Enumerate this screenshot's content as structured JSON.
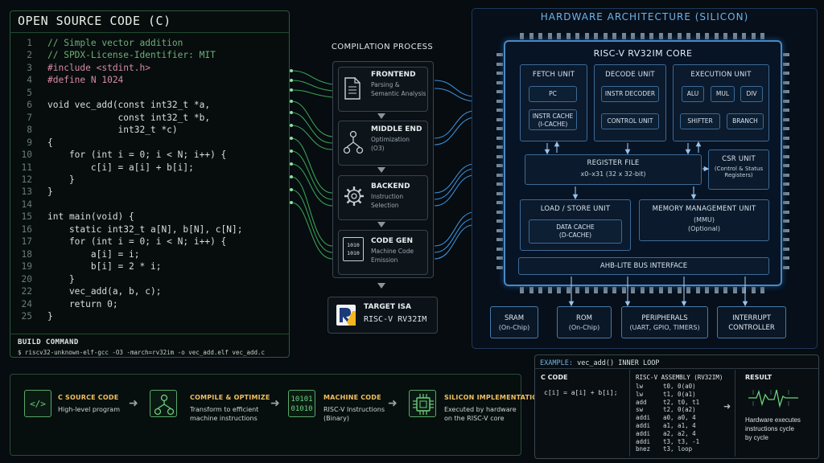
{
  "source_panel": {
    "title": "OPEN SOURCE CODE (C)",
    "lines": [
      {
        "n": "1",
        "text": "// Simple vector addition",
        "kind": "comment"
      },
      {
        "n": "2",
        "text": "// SPDX-License-Identifier: MIT",
        "kind": "comment"
      },
      {
        "n": "3",
        "text": "#include <stdint.h>",
        "kind": "preproc"
      },
      {
        "n": "4",
        "text": "#define N 1024",
        "kind": "preproc"
      },
      {
        "n": "5",
        "text": "",
        "kind": "code"
      },
      {
        "n": "6",
        "text": "void vec_add(const int32_t *a,",
        "kind": "code"
      },
      {
        "n": "7",
        "text": "             const int32_t *b,",
        "kind": "code"
      },
      {
        "n": "8",
        "text": "             int32_t *c)",
        "kind": "code"
      },
      {
        "n": "9",
        "text": "{",
        "kind": "code"
      },
      {
        "n": "10",
        "text": "    for (int i = 0; i < N; i++) {",
        "kind": "code"
      },
      {
        "n": "11",
        "text": "        c[i] = a[i] + b[i];",
        "kind": "code"
      },
      {
        "n": "12",
        "text": "    }",
        "kind": "code"
      },
      {
        "n": "13",
        "text": "}",
        "kind": "code"
      },
      {
        "n": "14",
        "text": "",
        "kind": "code"
      },
      {
        "n": "15",
        "text": "int main(void) {",
        "kind": "code"
      },
      {
        "n": "16",
        "text": "    static int32_t a[N], b[N], c[N];",
        "kind": "code"
      },
      {
        "n": "17",
        "text": "    for (int i = 0; i < N; i++) {",
        "kind": "code"
      },
      {
        "n": "18",
        "text": "        a[i] = i;",
        "kind": "code"
      },
      {
        "n": "19",
        "text": "        b[i] = 2 * i;",
        "kind": "code"
      },
      {
        "n": "20",
        "text": "    }",
        "kind": "code"
      },
      {
        "n": "22",
        "text": "    vec_add(a, b, c);",
        "kind": "code"
      },
      {
        "n": "24",
        "text": "    return 0;",
        "kind": "code"
      },
      {
        "n": "25",
        "text": "}",
        "kind": "code"
      }
    ],
    "build_title": "BUILD COMMAND",
    "build_command": "$ riscv32-unknown-elf-gcc -O3 -march=rv32im -o vec_add.elf vec_add.c"
  },
  "compilation": {
    "title": "COMPILATION PROCESS",
    "stages": [
      {
        "title": "FRONTEND",
        "sub1": "Parsing &",
        "sub2": "Semantic Analysis",
        "icon": "document-icon"
      },
      {
        "title": "MIDDLE END",
        "sub1": "Optimization",
        "sub2": "(O3)",
        "icon": "tree-icon"
      },
      {
        "title": "BACKEND",
        "sub1": "Instruction",
        "sub2": "Selection",
        "icon": "gear-icon"
      },
      {
        "title": "CODE GEN",
        "sub1": "Machine Code",
        "sub2": "Emission",
        "icon": "binary-icon",
        "icon_text": "1010\n1010"
      }
    ],
    "target_title": "TARGET ISA",
    "target_value": "RISC-V RV32IM"
  },
  "hardware": {
    "title": "HARDWARE ARCHITECTURE (SILICON)",
    "core_title": "RISC-V RV32IM CORE",
    "fetch": {
      "title": "FETCH UNIT",
      "pc": "PC",
      "icache1": "INSTR CACHE",
      "icache2": "(I-CACHE)"
    },
    "decode": {
      "title": "DECODE UNIT",
      "decoder": "INSTR DECODER",
      "control": "CONTROL UNIT"
    },
    "execute": {
      "title": "EXECUTION UNIT",
      "alu": "ALU",
      "mul": "MUL",
      "div": "DIV",
      "shifter": "SHIFTER",
      "branch": "BRANCH"
    },
    "regfile": {
      "title": "REGISTER FILE",
      "sub": "x0–x31 (32 x 32-bit)"
    },
    "csr": {
      "title": "CSR UNIT",
      "sub1": "(Control & Status",
      "sub2": "Registers)"
    },
    "lsu": {
      "title": "LOAD / STORE UNIT",
      "dcache1": "DATA CACHE",
      "dcache2": "(D-CACHE)"
    },
    "mmu": {
      "title": "MEMORY MANAGEMENT UNIT",
      "sub1": "(MMU)",
      "sub2": "(Optional)"
    },
    "bus": "AHB-LITE BUS INTERFACE",
    "peripherals": [
      {
        "l1": "SRAM",
        "l2": "(On-Chip)"
      },
      {
        "l1": "ROM",
        "l2": "(On-Chip)"
      },
      {
        "l1": "PERIPHERALS",
        "l2": "(UART, GPIO, TIMERS)"
      },
      {
        "l1": "INTERRUPT",
        "l2": "CONTROLLER"
      }
    ]
  },
  "flow": {
    "steps": [
      {
        "icon": "code-icon",
        "glyph": "</>",
        "title": "C SOURCE CODE",
        "sub1": "High-level program",
        "sub2": ""
      },
      {
        "icon": "tree-icon",
        "glyph": "",
        "title": "COMPILE & OPTIMIZE",
        "sub1": "Transform to efficient",
        "sub2": "machine instructions"
      },
      {
        "icon": "binary-icon",
        "glyph": "10101\n01010",
        "title": "MACHINE CODE",
        "sub1": "RISC-V Instructions",
        "sub2": "(Binary)"
      },
      {
        "icon": "chip-icon",
        "glyph": "",
        "title": "SILICON IMPLEMENTATION",
        "sub1": "Executed by hardware",
        "sub2": "on the RISC-V core"
      }
    ]
  },
  "example": {
    "title_prefix": "EXAMPLE:",
    "title_rest": "vec_add() INNER LOOP",
    "c_header": "C CODE",
    "c_line": "c[i] = a[i] + b[i];",
    "asm_header": "RISC-V ASSEMBLY (RV32IM)",
    "asm": [
      [
        "lw",
        "t0, 0(a0)"
      ],
      [
        "lw",
        "t1, 0(a1)"
      ],
      [
        "add",
        "t2, t0, t1"
      ],
      [
        "sw",
        "t2, 0(a2)"
      ],
      [
        "addi",
        "a0, a0, 4"
      ],
      [
        "addi",
        "a1, a1, 4"
      ],
      [
        "addi",
        "a2, a2, 4"
      ],
      [
        "addi",
        "t3, t3, -1"
      ],
      [
        "bnez",
        "t3, loop"
      ]
    ],
    "result_header": "RESULT",
    "result1": "Hardware executes",
    "result2": "instructions cycle",
    "result3": "by cycle"
  }
}
